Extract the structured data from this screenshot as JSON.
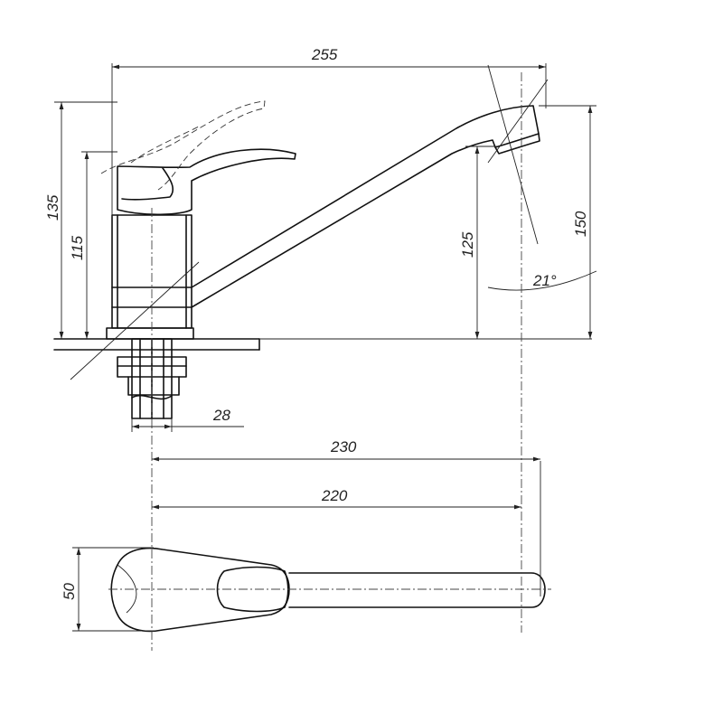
{
  "drawing": {
    "dimensions": {
      "overall_width": "255",
      "handle_height_left": "115",
      "spout_height": "125",
      "spout_max_height": "150",
      "swivel_angle": "21°",
      "base_diameter": "28",
      "reach_outer": "230",
      "reach_inner": "220",
      "top_width": "50",
      "cropped_label": "135"
    }
  }
}
